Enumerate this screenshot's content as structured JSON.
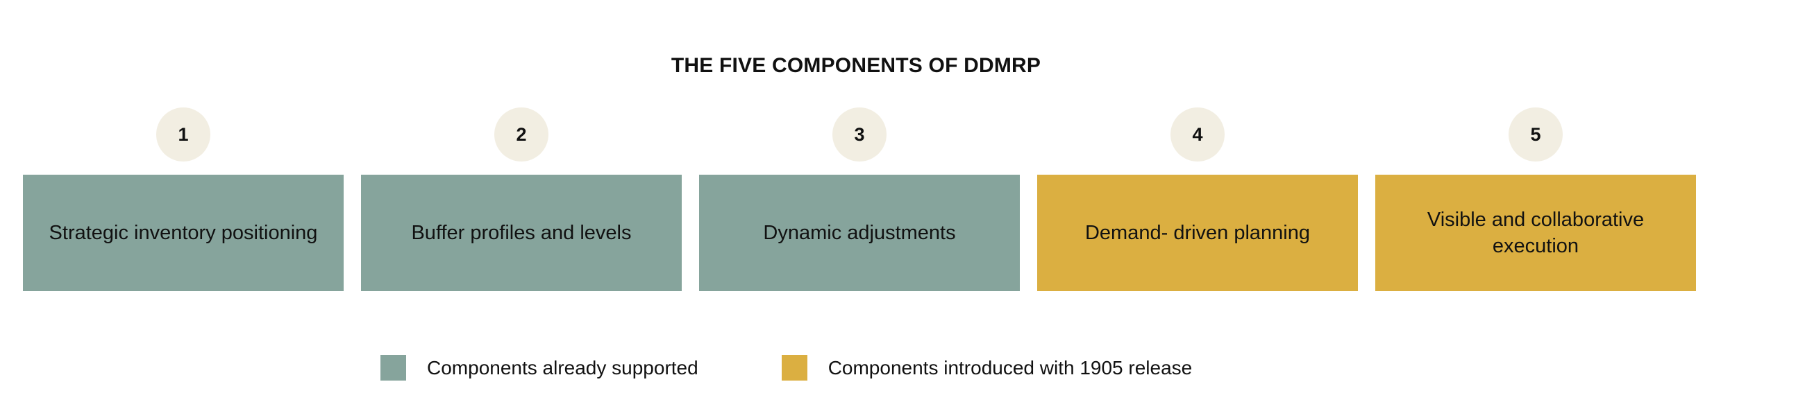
{
  "title": "THE FIVE COMPONENTS OF DDMRP",
  "colors": {
    "supported": "#86A49C",
    "introduced": "#DBAF41",
    "badge": "#F2EEE2",
    "background": "#FFFFFF",
    "text": "#111111"
  },
  "components": [
    {
      "number": "1",
      "label": "Strategic inventory positioning",
      "category": "supported",
      "color": "#86A49C"
    },
    {
      "number": "2",
      "label": "Buffer profiles and levels",
      "category": "supported",
      "color": "#86A49C"
    },
    {
      "number": "3",
      "label": "Dynamic adjustments",
      "category": "supported",
      "color": "#86A49C"
    },
    {
      "number": "4",
      "label": "Demand- driven planning",
      "category": "introduced",
      "color": "#DBAF41"
    },
    {
      "number": "5",
      "label": "Visible and collaborative execution",
      "category": "introduced",
      "color": "#DBAF41"
    }
  ],
  "legend": [
    {
      "label": "Components already supported",
      "color": "#86A49C"
    },
    {
      "label": "Components introduced with 1905 release",
      "color": "#DBAF41"
    }
  ]
}
